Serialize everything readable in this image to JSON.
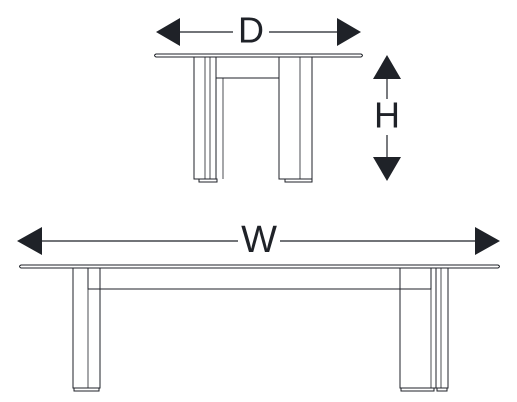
{
  "dimensions": {
    "depth_label": "D",
    "height_label": "H",
    "width_label": "W"
  },
  "colors": {
    "ink": "#1f2228",
    "background": "#ffffff"
  }
}
